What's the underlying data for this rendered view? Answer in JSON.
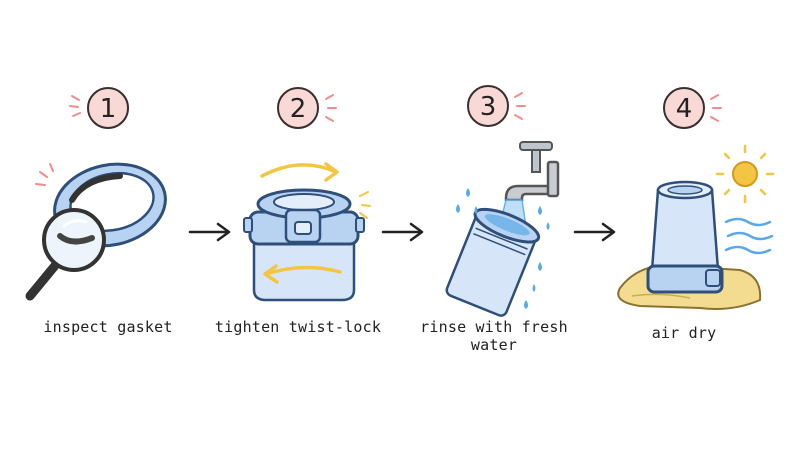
{
  "steps": [
    {
      "number": "1",
      "caption": "inspect gasket",
      "icon": "magnifier-gasket-icon"
    },
    {
      "number": "2",
      "caption": "tighten twist-lock",
      "icon": "bottle-twist-lock-icon"
    },
    {
      "number": "3",
      "caption": "rinse with fresh water",
      "icon": "faucet-rinse-icon"
    },
    {
      "number": "4",
      "caption": "air dry",
      "icon": "bottle-drying-icon"
    }
  ],
  "colors": {
    "badge_fill": "#f9d9d6",
    "badge_stroke": "#3a2e2e",
    "blue_fill": "#b8d3f2",
    "blue_stroke": "#2f4f7a",
    "accent_yellow": "#f4c542",
    "accent_pink": "#f28b8b",
    "water": "#5aa9e6",
    "towel": "#f3dc8f"
  }
}
